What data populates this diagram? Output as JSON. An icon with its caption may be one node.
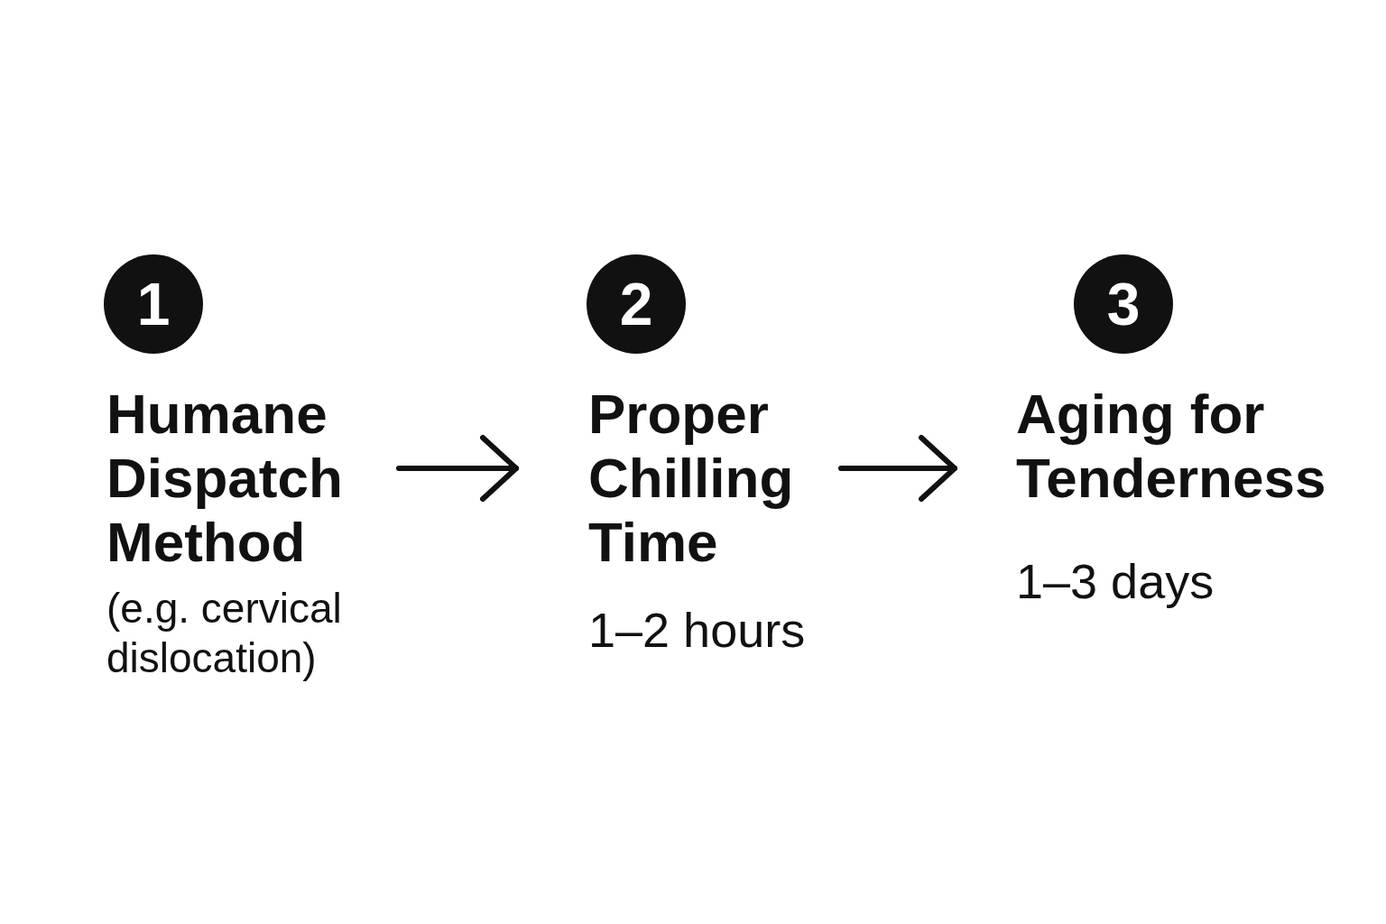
{
  "diagram": {
    "nodes": [
      {
        "text": [
          "1"
        ]
      },
      {
        "text": [
          "Humane Dispatch Method",
          "(e.g. cervical dislocation)"
        ]
      },
      {
        "text": [
          "2"
        ]
      },
      {
        "text": [
          "Proper Chilling Time",
          "1–2 hours"
        ]
      },
      {
        "text": [
          "3"
        ]
      },
      {
        "text": [
          "Aging for Tenderness",
          "1–3 days"
        ]
      }
    ],
    "edges": [
      {
        "from": 1,
        "to": 3,
        "arrow": "to"
      },
      {
        "from": 3,
        "to": 5,
        "arrow": "to"
      }
    ]
  }
}
